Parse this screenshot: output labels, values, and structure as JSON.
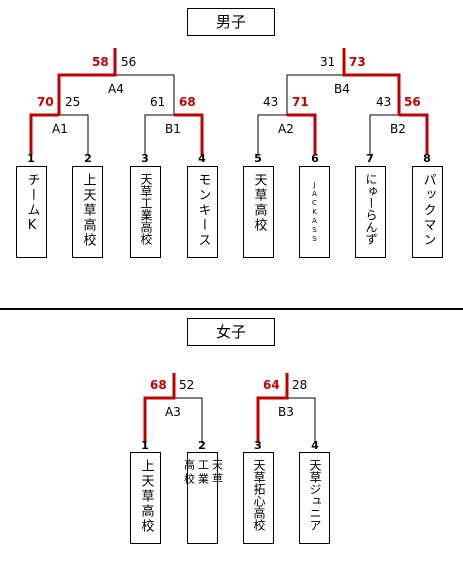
{
  "men": {
    "title": "男子",
    "teams": [
      {
        "seed": "1",
        "name": "チームK"
      },
      {
        "seed": "2",
        "name": "上天草高校"
      },
      {
        "seed": "3",
        "name": "天草工業高校"
      },
      {
        "seed": "4",
        "name": "モンキース"
      },
      {
        "seed": "5",
        "name": "天草高校"
      },
      {
        "seed": "6",
        "name": "JACKASS"
      },
      {
        "seed": "7",
        "name": "にゅーらんず"
      },
      {
        "seed": "8",
        "name": "パックマン"
      }
    ],
    "matches": {
      "A1": {
        "label": "A1",
        "left": "70",
        "right": "25"
      },
      "B1": {
        "label": "B1",
        "left": "61",
        "right": "68"
      },
      "A2": {
        "label": "A2",
        "left": "43",
        "right": "71"
      },
      "B2": {
        "label": "B2",
        "left": "43",
        "right": "56"
      },
      "A4": {
        "label": "A4",
        "left": "58",
        "right": "56"
      },
      "B4": {
        "label": "B4",
        "left": "31",
        "right": "73"
      }
    }
  },
  "women": {
    "title": "女子",
    "teams": [
      {
        "seed": "1",
        "name": "上天草高校"
      },
      {
        "seed": "2",
        "name": "天草工業高校"
      },
      {
        "seed": "3",
        "name": "天草拓心高校"
      },
      {
        "seed": "4",
        "name": "天草ジュニア"
      }
    ],
    "matches": {
      "A3": {
        "label": "A3",
        "left": "68",
        "right": "52"
      },
      "B3": {
        "label": "B3",
        "left": "64",
        "right": "28"
      }
    }
  },
  "colors": {
    "win": "#c00000",
    "line": "#000000"
  }
}
